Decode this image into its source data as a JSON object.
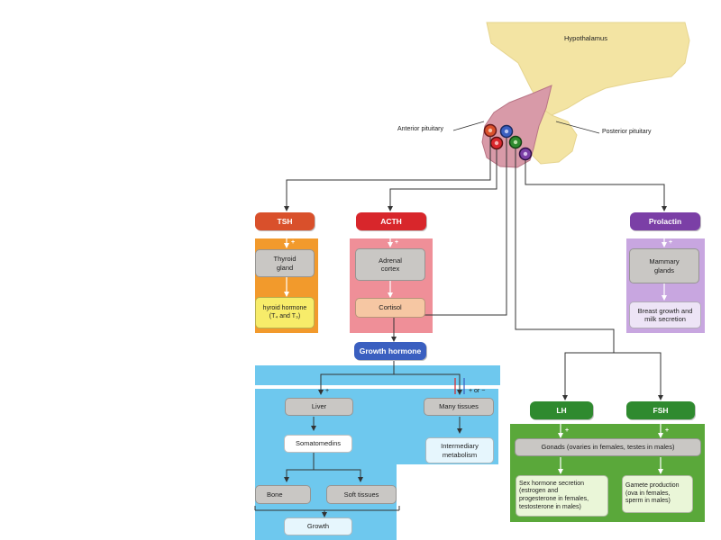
{
  "labels": {
    "hypothalamus": "Hypothalamus",
    "anterior_pituitary": "Anterior pituitary",
    "posterior_pituitary": "Posterior pituitary"
  },
  "tsh": {
    "header": "TSH",
    "sign": "+",
    "gland": "Thyroid\ngland",
    "product": "hyroid hormone\n(T₄ and T₃)"
  },
  "acth": {
    "header": "ACTH",
    "sign": "+",
    "gland": "Adrenal\ncortex",
    "product": "Cortisol"
  },
  "prolactin": {
    "header": "Prolactin",
    "sign": "+",
    "gland": "Mammary\nglands",
    "product": "Breast growth and\nmilk secretion"
  },
  "growth_hormone": {
    "header": "Growth hormone",
    "liver_sign": "+",
    "tissues_sign": "+ or −",
    "liver": "Liver",
    "many_tissues": "Many tissues",
    "somatomedins": "Somatomedins",
    "intermediary": "Intermediary\nmetabolism",
    "bone": "Bone",
    "soft_tissues": "Soft tissues",
    "growth": "Growth"
  },
  "gonadotropins": {
    "lh": "LH",
    "fsh": "FSH",
    "lh_sign": "+",
    "fsh_sign": "+",
    "gonads": "Gonads (ovaries in females, testes in males)",
    "sex_hormone": "Sex hormone secretion\n(estrogen and\nprogesterone in females,\ntestosterone in males)",
    "gamete": "Gamete production\n(ova in females,\nsperm in males)"
  },
  "colors": {
    "tsh": "#d9502b",
    "acth": "#d8262b",
    "prolactin": "#7b3fa6",
    "growth_hormone": "#3a5fc0",
    "lh_fsh": "#2f8a2f",
    "orange_panel": "#f29a2c",
    "pink_panel": "#ef8f98",
    "lilac_panel": "#c8a6e0",
    "blue_panel": "#6ec8ee",
    "green_panel": "#5aa83a",
    "hypothalamus": "#f3e4a3",
    "pituitary": "#d89aa8"
  }
}
